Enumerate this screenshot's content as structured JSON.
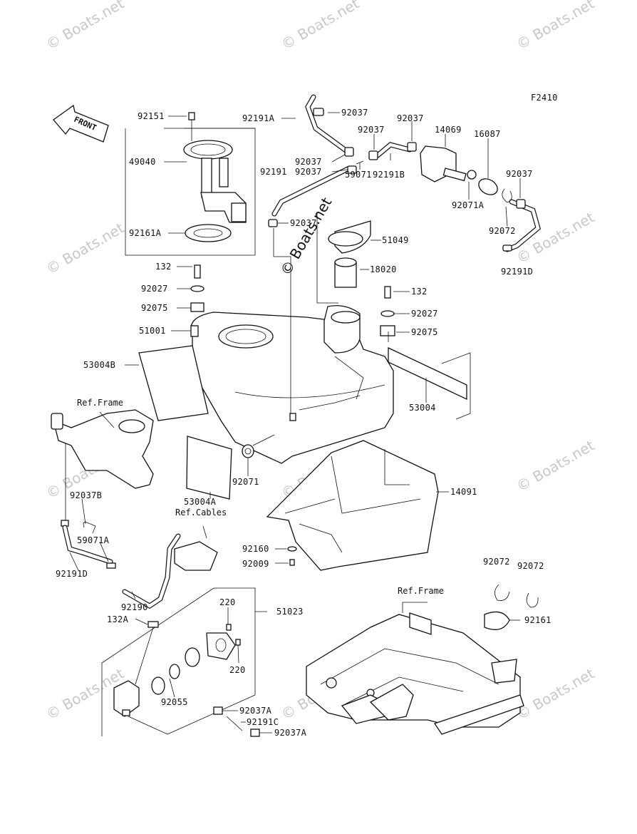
{
  "figure_code": "F2410",
  "front_label": "FRONT",
  "watermark": "© Boats.net",
  "center_watermark": "© Boats.net",
  "ref_labels": {
    "frame_top": "Ref.Frame",
    "cables": "Ref.Cables",
    "frame_bottom": "Ref.Frame"
  },
  "callouts": {
    "c92151": "92151",
    "c49040": "49040",
    "c92161A": "92161A",
    "c132a": "132",
    "c92027a": "92027",
    "c92075a": "92075",
    "c51001": "51001",
    "c53004B": "53004B",
    "c92191A": "92191A",
    "c92037_top": "92037",
    "c92037_mid1": "92037",
    "c92037_mid2": "92037",
    "c92037_right1": "92037",
    "c92037_right2": "92037",
    "c92037_far": "92037",
    "c92037_low": "92037",
    "c14069": "14069",
    "c16087": "16087",
    "c92191": "92191",
    "c92191B": "92191B",
    "c59071": "59071",
    "c92071A": "92071A",
    "c92072a": "92072",
    "c92191D_r": "92191D",
    "c51049": "51049",
    "c18020": "18020",
    "c132b": "132",
    "c92027b": "92027",
    "c92075b": "92075",
    "c53004": "53004",
    "c92071": "92071",
    "c53004A": "53004A",
    "c14091": "14091",
    "c92160": "92160",
    "c92009": "92009",
    "c92037B": "92037B",
    "c59071A": "59071A",
    "c92191D_l": "92191D",
    "c92190": "92190",
    "c132A": "132A",
    "c220a": "220",
    "c220b": "220",
    "c51023": "51023",
    "c92055": "92055",
    "c92037A_1": "92037A",
    "c92191C": "92191C",
    "c92037A_2": "92037A",
    "c92072b": "92072",
    "c92072c": "92072",
    "c92161": "92161"
  }
}
